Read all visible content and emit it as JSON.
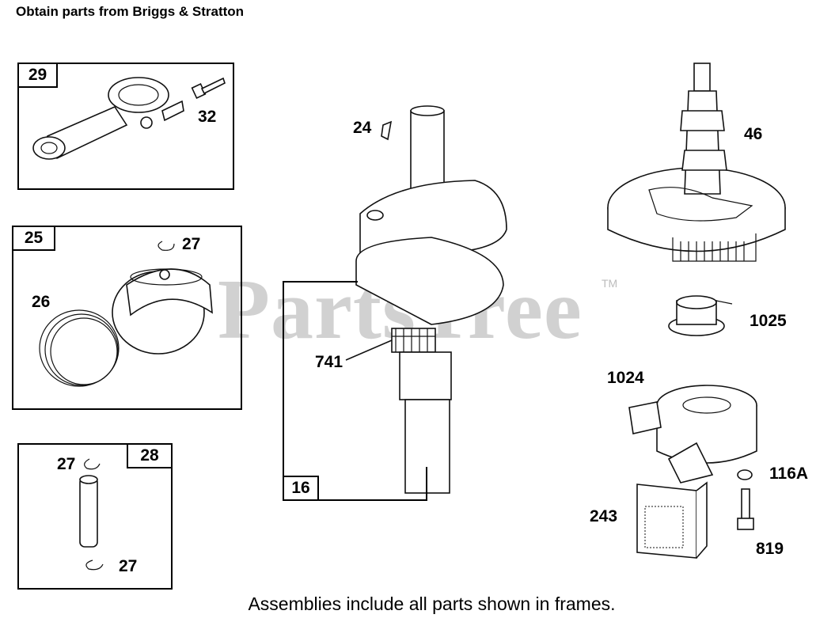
{
  "header": {
    "title": "Obtain parts from Briggs & Stratton"
  },
  "watermark": {
    "text": "PartsTree",
    "trademark": "TM"
  },
  "frames": [
    {
      "tag": "29"
    },
    {
      "tag": "25"
    },
    {
      "tag": "28"
    },
    {
      "tag": "16"
    }
  ],
  "labels": {
    "p32": "32",
    "p27a": "27",
    "p26": "26",
    "p27b": "27",
    "p27c": "27",
    "p24": "24",
    "p741": "741",
    "p46": "46",
    "p1025": "1025",
    "p1024": "1024",
    "p116A": "116A",
    "p243": "243",
    "p819": "819"
  },
  "footer": {
    "note": "Assemblies include all parts shown in frames."
  }
}
